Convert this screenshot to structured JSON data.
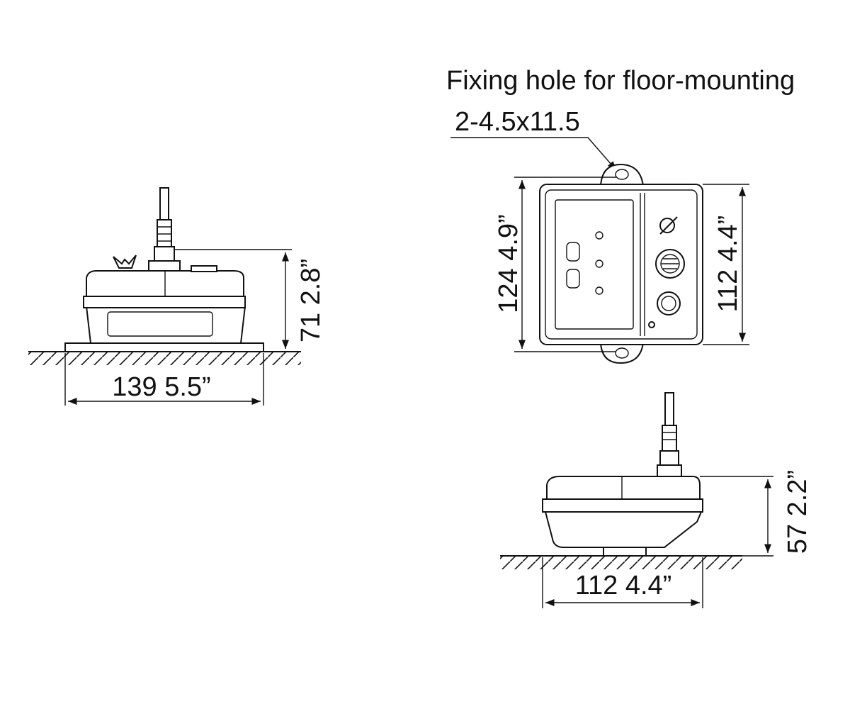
{
  "callout": {
    "title": "Fixing hole for floor-mounting",
    "spec": "2-4.5x11.5"
  },
  "side_view_left": {
    "width_label": "139  5.5”",
    "height_label": "71  2.8”"
  },
  "top_view": {
    "left_height_label": "124  4.9”",
    "right_height_label": "112  4.4”"
  },
  "side_view_right": {
    "width_label": "112  4.4”",
    "height_label": "57  2.2”"
  }
}
